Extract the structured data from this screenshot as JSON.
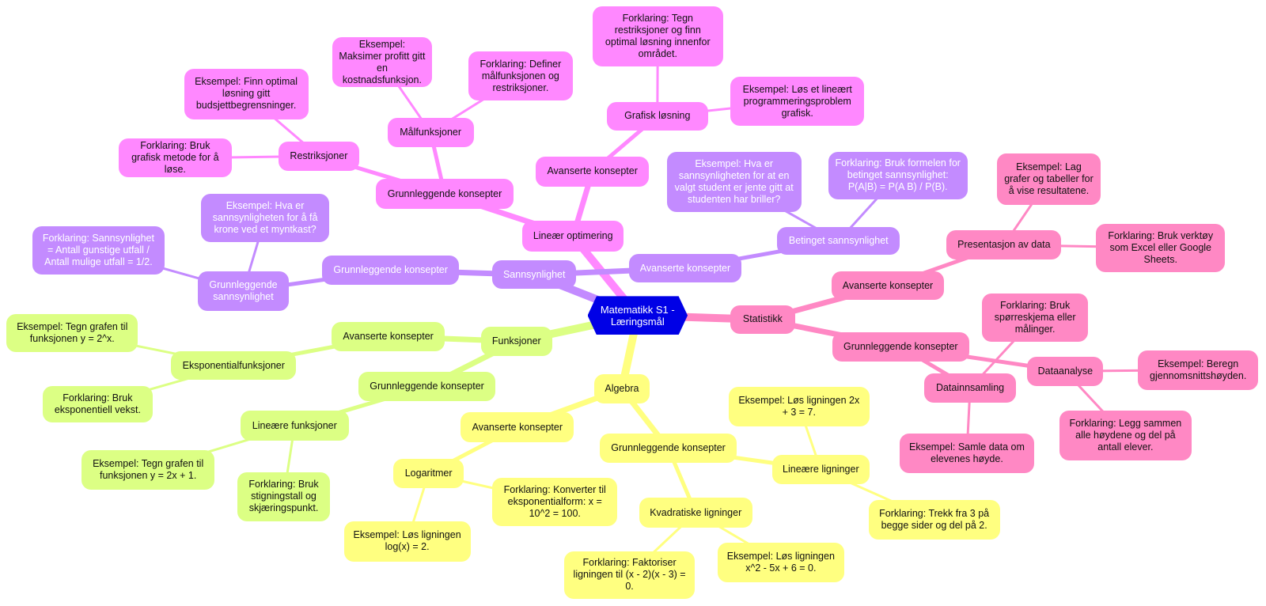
{
  "root": {
    "label": "Matematikk S1 - Læringsmål",
    "color": "#0000e6",
    "text_color": "#ffffff"
  },
  "branches": [
    {
      "label": "Lineær optimering",
      "color": "#ff88ff",
      "text_color": "#111111",
      "children": [
        {
          "label": "Grunnleggende konsepter",
          "children": [
            {
              "label": "Målfunksjoner",
              "children": [
                {
                  "label": "Eksempel: Maksimer profitt gitt en kostnadsfunksjon."
                },
                {
                  "label": "Forklaring: Definer målfunksjonen og restriksjoner."
                }
              ]
            },
            {
              "label": "Restriksjoner",
              "children": [
                {
                  "label": "Eksempel: Finn optimal løsning gitt budsjettbegrensninger."
                },
                {
                  "label": "Forklaring: Bruk grafisk metode for å løse."
                }
              ]
            }
          ]
        },
        {
          "label": "Avanserte konsepter",
          "children": [
            {
              "label": "Grafisk løsning",
              "children": [
                {
                  "label": "Forklaring: Tegn restriksjoner og finn optimal løsning innenfor området."
                },
                {
                  "label": "Eksempel: Løs et lineært programmeringsproblem grafisk."
                }
              ]
            }
          ]
        }
      ]
    },
    {
      "label": "Sannsynlighet",
      "color": "#c38bff",
      "text_color": "#ffffff",
      "children": [
        {
          "label": "Grunnleggende konsepter",
          "children": [
            {
              "label": "Grunnleggende sannsynlighet",
              "children": [
                {
                  "label": "Eksempel: Hva er sannsynligheten for å få krone ved et myntkast?"
                },
                {
                  "label": "Forklaring: Sannsynlighet = Antall gunstige utfall / Antall mulige utfall = 1/2."
                }
              ]
            }
          ]
        },
        {
          "label": "Avanserte konsepter",
          "children": [
            {
              "label": "Betinget sannsynlighet",
              "children": [
                {
                  "label": "Eksempel: Hva er sannsynligheten for at en valgt student er jente gitt at studenten har briller?"
                },
                {
                  "label": "Forklaring: Bruk formelen for betinget sannsynlighet: P(A|B) = P(A    B) / P(B)."
                }
              ]
            }
          ]
        }
      ]
    },
    {
      "label": "Statistikk",
      "color": "#ff88c4",
      "text_color": "#111111",
      "children": [
        {
          "label": "Avanserte konsepter",
          "children": [
            {
              "label": "Presentasjon av data",
              "children": [
                {
                  "label": "Eksempel: Lag grafer og tabeller for å vise resultatene."
                },
                {
                  "label": "Forklaring: Bruk verktøy som Excel eller Google Sheets."
                }
              ]
            }
          ]
        },
        {
          "label": "Grunnleggende konsepter",
          "children": [
            {
              "label": "Datainnsamling",
              "children": [
                {
                  "label": "Forklaring: Bruk spørreskjema eller målinger."
                },
                {
                  "label": "Eksempel: Samle data om elevenes høyde."
                }
              ]
            },
            {
              "label": "Dataanalyse",
              "children": [
                {
                  "label": "Eksempel: Beregn gjennomsnittshøyden."
                },
                {
                  "label": "Forklaring: Legg sammen alle høydene og del på antall elever."
                }
              ]
            }
          ]
        }
      ]
    },
    {
      "label": "Funksjoner",
      "color": "#dcff84",
      "text_color": "#111111",
      "children": [
        {
          "label": "Avanserte konsepter",
          "children": [
            {
              "label": "Eksponentialfunksjoner",
              "children": [
                {
                  "label": "Eksempel: Tegn grafen til funksjonen y = 2^x."
                },
                {
                  "label": "Forklaring: Bruk eksponentiell vekst."
                }
              ]
            }
          ]
        },
        {
          "label": "Grunnleggende konsepter",
          "children": [
            {
              "label": "Lineære funksjoner",
              "children": [
                {
                  "label": "Eksempel: Tegn grafen til funksjonen y = 2x + 1."
                },
                {
                  "label": "Forklaring: Bruk stigningstall og skjæringspunkt."
                }
              ]
            }
          ]
        }
      ]
    },
    {
      "label": "Algebra",
      "color": "#ffff80",
      "text_color": "#111111",
      "children": [
        {
          "label": "Avanserte konsepter",
          "children": [
            {
              "label": "Logaritmer",
              "children": [
                {
                  "label": "Forklaring: Konverter til eksponentialform: x = 10^2 = 100."
                },
                {
                  "label": "Eksempel: Løs ligningen log(x) = 2."
                }
              ]
            }
          ]
        },
        {
          "label": "Grunnleggende konsepter",
          "children": [
            {
              "label": "Lineære ligninger",
              "children": [
                {
                  "label": "Eksempel: Løs ligningen 2x + 3 = 7."
                },
                {
                  "label": "Forklaring: Trekk fra 3 på begge sider og del på 2."
                }
              ]
            },
            {
              "label": "Kvadratiske ligninger",
              "children": [
                {
                  "label": "Forklaring: Faktoriser ligningen til (x - 2)(x - 3) = 0."
                },
                {
                  "label": "Eksempel: Løs ligningen x^2 - 5x + 6 = 0."
                }
              ]
            }
          ]
        }
      ]
    }
  ]
}
